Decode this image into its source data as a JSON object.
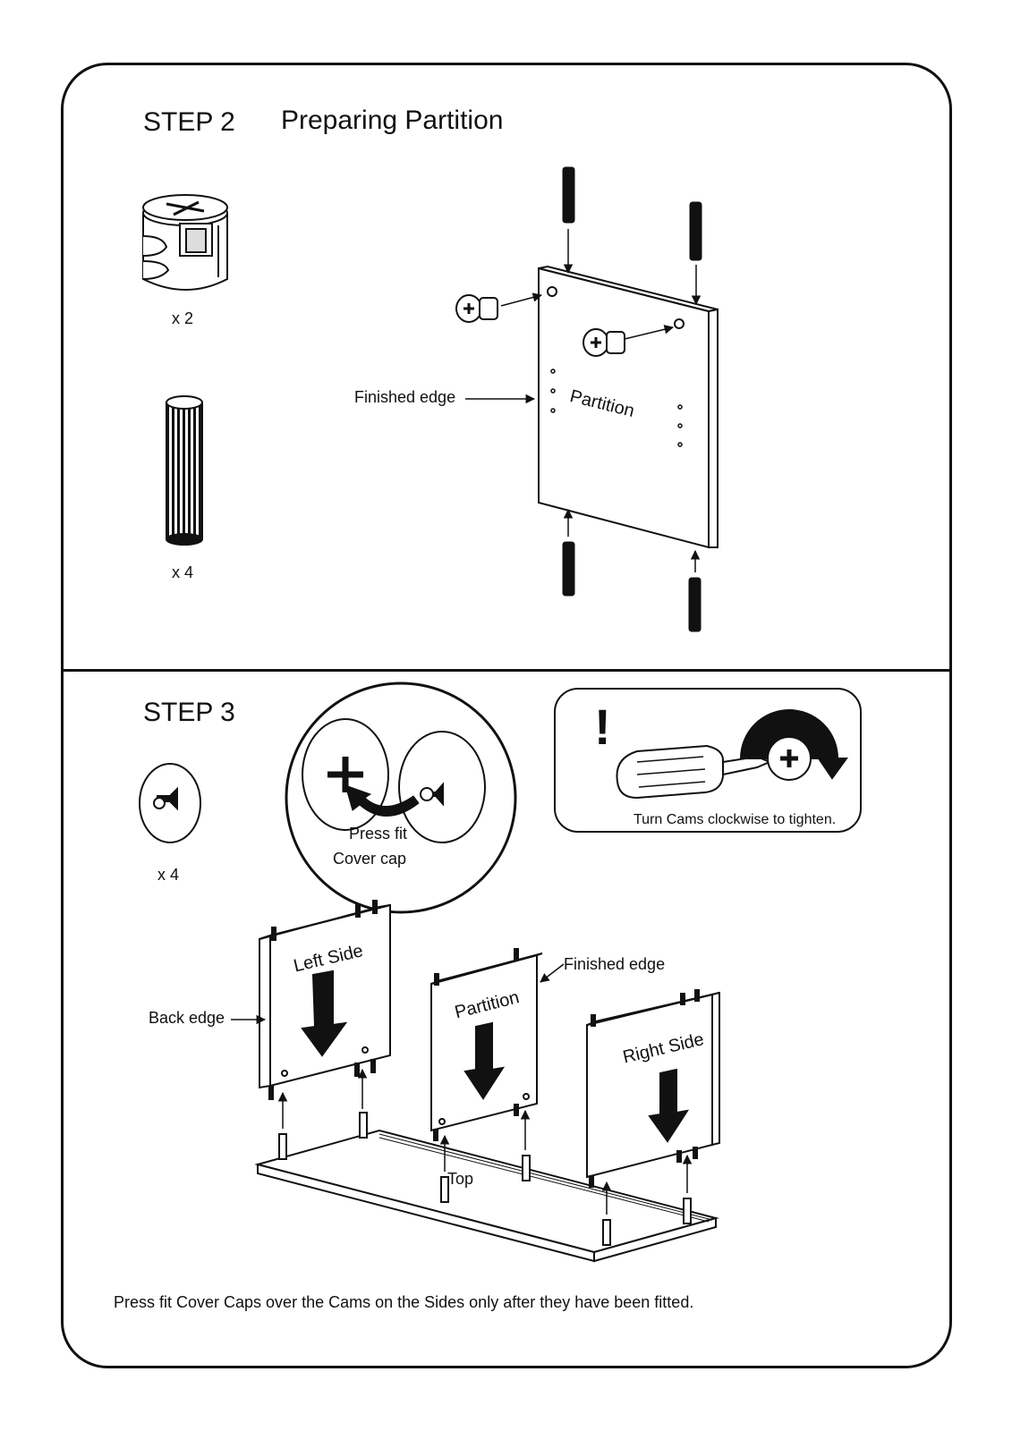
{
  "step2": {
    "label": "STEP 2",
    "title": "Preparing Partition",
    "cam_qty": "x 2",
    "dowel_qty": "x 4",
    "finished_edge": "Finished edge",
    "partition_label": "Partition"
  },
  "step3": {
    "label": "STEP 3",
    "cover_cap_qty": "x 4",
    "press_fit_line1": "Press fit",
    "press_fit_line2": "Cover cap",
    "warning_mark": "!",
    "warning_text": "Turn Cams clockwise to tighten.",
    "left_side": "Left Side",
    "partition": "Partition",
    "right_side": "Right Side",
    "back_edge": "Back edge",
    "finished_edge": "Finished edge",
    "top": "Top",
    "footer_note": "Press fit Cover Caps over the Cams on the Sides only after they have been fitted."
  }
}
